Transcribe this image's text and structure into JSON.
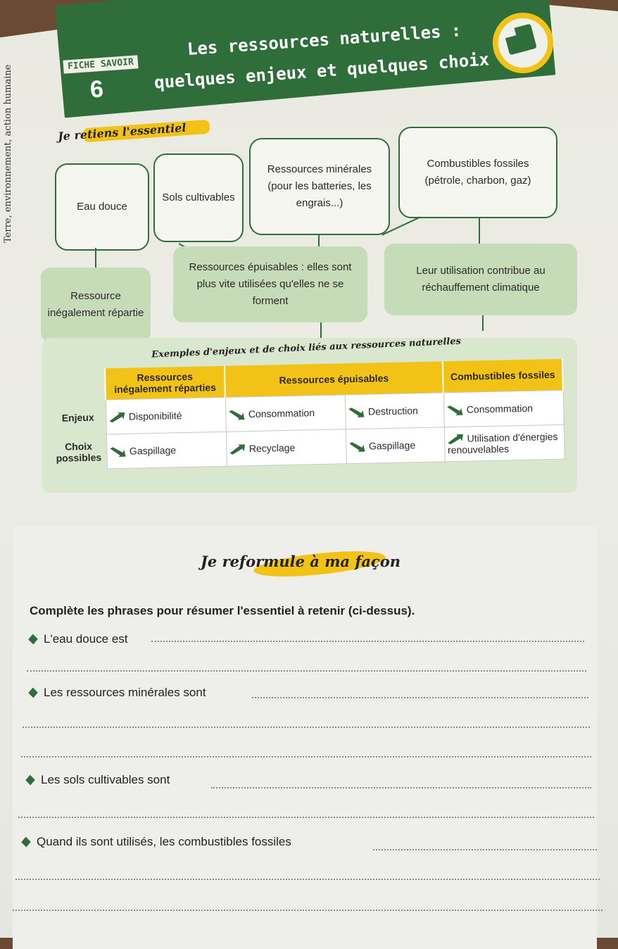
{
  "side_label": "Terre, environnement, action humaine",
  "header": {
    "fiche_label": "FICHE SAVOIR",
    "fiche_number": "6",
    "title_line1": "Les ressources naturelles :",
    "title_line2": "quelques enjeux et quelques choix"
  },
  "colors": {
    "brand_green": "#2f6e3a",
    "accent_yellow": "#f2c316",
    "light_green": "#c6dcb8"
  },
  "essentiel": {
    "heading": "Je retiens l'essentiel",
    "boxes": {
      "eau_douce": "Eau douce",
      "sols": "Sols cultivables",
      "ressources_minerales": "Ressources minérales (pour les batteries, les engrais...)",
      "combustibles": "Combustibles fossiles (pétrole, charbon, gaz)"
    },
    "green_boxes": {
      "ressource_inegale": "Ressource inégalement répartie",
      "ressources_epuisables": "Ressources épuisables : elles sont plus vite utilisées qu'elles ne se forment",
      "rechauffement": "Leur utilisation contribue au réchauffement climatique"
    }
  },
  "table": {
    "title": "Exemples d'enjeux et de choix liés aux ressources naturelles",
    "columns": [
      "Ressources inégalement réparties",
      "Ressources épuisables",
      "Combustibles fossiles"
    ],
    "rows": [
      {
        "label": "Enjeux",
        "cells": [
          "Disponibilité",
          "Consommation",
          "Destruction",
          "Consommation"
        ]
      },
      {
        "label": "Choix possibles",
        "cells": [
          "Gaspillage",
          "Recyclage",
          "Gaspillage",
          "Utilisation d'énergies renouvelables"
        ]
      }
    ]
  },
  "reformule": {
    "heading": "Je reformule à ma façon",
    "instruction": "Complète les phrases pour résumer l'essentiel à retenir (ci-dessus).",
    "sentences": [
      "L'eau douce est",
      "Les ressources minérales sont",
      "Les sols cultivables sont",
      "Quand ils sont utilisés, les combustibles fossiles"
    ]
  }
}
